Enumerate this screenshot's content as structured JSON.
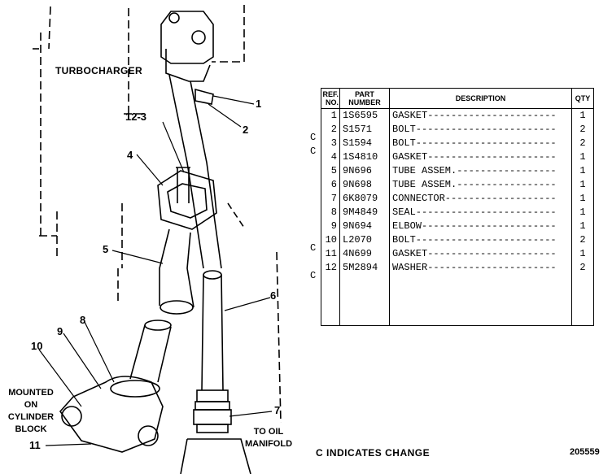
{
  "labels": {
    "turbocharger": "TURBOCHARGER",
    "mounted": [
      "MOUNTED",
      "ON",
      "CYLINDER",
      "BLOCK"
    ],
    "to_oil": [
      "TO OIL",
      "MANIFOLD"
    ]
  },
  "callouts": [
    "1",
    "2",
    "12-3",
    "4",
    "5",
    "6",
    "7",
    "8",
    "9",
    "10",
    "11"
  ],
  "table": {
    "headers": {
      "ref": "REF. NO.",
      "part": "PART NUMBER",
      "description": "DESCRIPTION",
      "qty": "QTY"
    },
    "rows": [
      {
        "change": "",
        "ref": "1",
        "part": "1S6595",
        "description": "GASKET----------------------",
        "qty": "1"
      },
      {
        "change": "C",
        "ref": "2",
        "part": "S1571",
        "description": "BOLT------------------------",
        "qty": "2"
      },
      {
        "change": "C",
        "ref": "3",
        "part": "S1594",
        "description": "BOLT------------------------",
        "qty": "2"
      },
      {
        "change": "",
        "ref": "4",
        "part": "1S4810",
        "description": "GASKET----------------------",
        "qty": "1"
      },
      {
        "change": "",
        "ref": "5",
        "part": "9N696",
        "description": "TUBE ASSEM.-----------------",
        "qty": "1"
      },
      {
        "change": "",
        "ref": "6",
        "part": "9N698",
        "description": "TUBE ASSEM.-----------------",
        "qty": "1"
      },
      {
        "change": "",
        "ref": "7",
        "part": "6K8079",
        "description": "CONNECTOR-------------------",
        "qty": "1"
      },
      {
        "change": "",
        "ref": "8",
        "part": "9M4849",
        "description": "SEAL------------------------",
        "qty": "1"
      },
      {
        "change": "",
        "ref": "9",
        "part": "9N694",
        "description": "ELBOW-----------------------",
        "qty": "1"
      },
      {
        "change": "C",
        "ref": "10",
        "part": "L2070",
        "description": "BOLT------------------------",
        "qty": "2"
      },
      {
        "change": "",
        "ref": "11",
        "part": "4N699",
        "description": "GASKET----------------------",
        "qty": "1"
      },
      {
        "change": "C",
        "ref": "12",
        "part": "5M2894",
        "description": "WASHER----------------------",
        "qty": "2"
      }
    ]
  },
  "footer": {
    "note": "C INDICATES CHANGE",
    "figure_number": "205559"
  }
}
